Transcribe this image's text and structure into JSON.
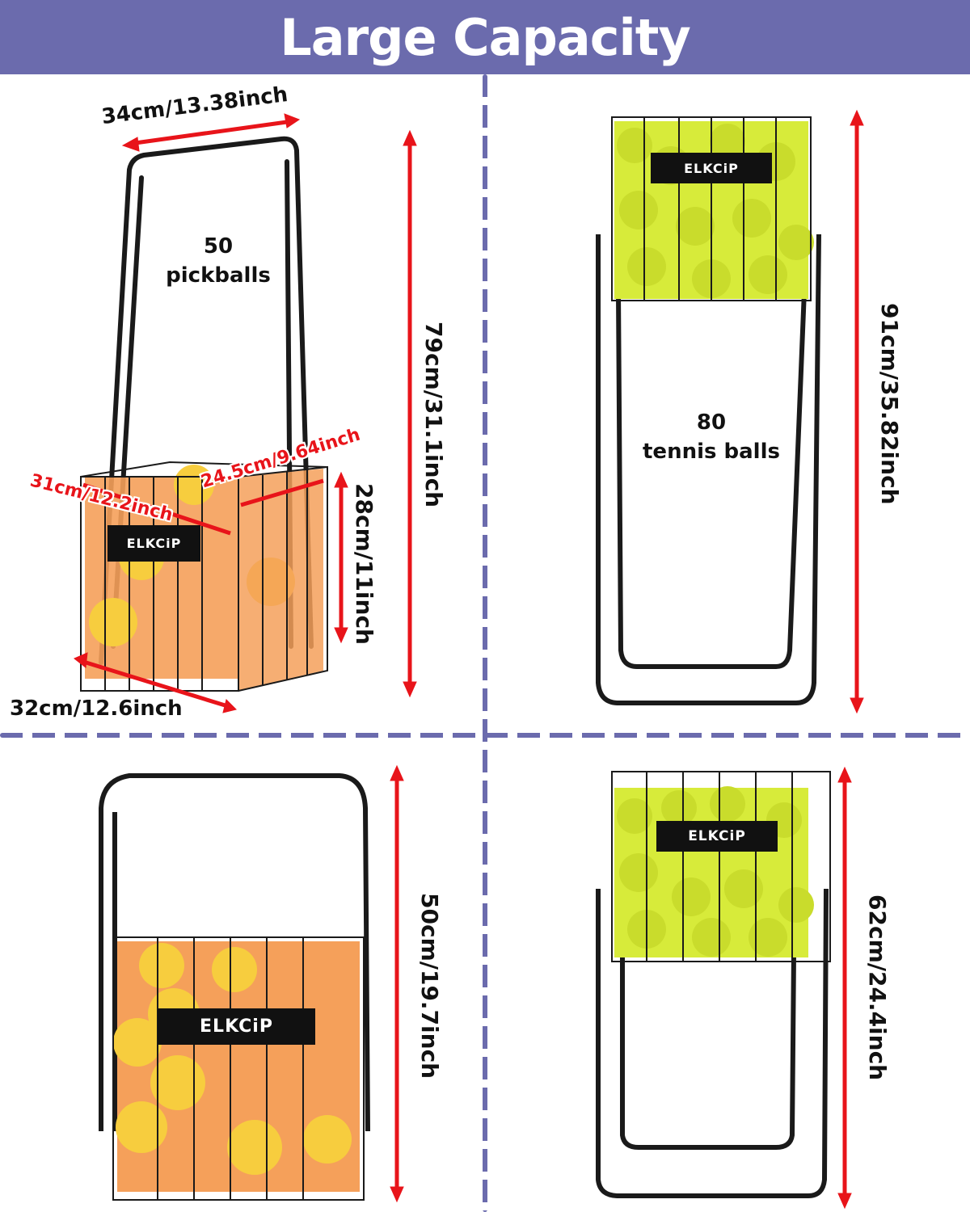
{
  "header": {
    "title": "Large Capacity",
    "background": "#6b6bad"
  },
  "brand": "ELKCiP",
  "colors": {
    "accent": "#6b6bad",
    "arrow": "#e8141a",
    "pickleball_orange": "#f5a05a",
    "pickleball_yellow": "#f7cd3e",
    "tennis_ball": "#d7eb3a"
  },
  "panels": [
    {
      "id": "pickleball-extended",
      "capacity_number": "50",
      "capacity_label": "pickballs",
      "dimensions": {
        "handle_width": "34cm/13.38inch",
        "total_height": "79cm/31.1inch",
        "basket_width": "31cm/12.2inch",
        "basket_depth": "24.5cm/9.64inch",
        "basket_height": "28cm/11inch",
        "base_width": "32cm/12.6inch"
      }
    },
    {
      "id": "tennis-extended",
      "capacity_number": "80",
      "capacity_label": "tennis balls",
      "dimensions": {
        "total_height": "91cm/35.82inch"
      }
    },
    {
      "id": "pickleball-collapsed",
      "dimensions": {
        "total_height": "50cm/19.7inch"
      }
    },
    {
      "id": "tennis-collapsed",
      "dimensions": {
        "total_height": "62cm/24.4inch"
      }
    }
  ]
}
